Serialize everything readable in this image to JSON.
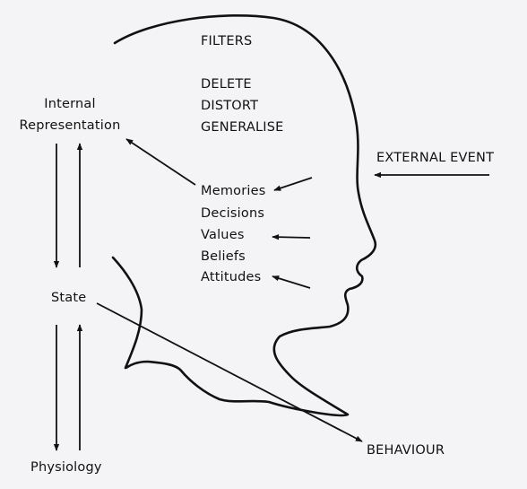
{
  "filters_title": "FILTERS",
  "filters": [
    "DELETE",
    "DISTORT",
    "GENERALISE"
  ],
  "inner_list": [
    "Memories",
    "Decisions",
    "Values",
    "Beliefs",
    "Attitudes"
  ],
  "external_event": "EXTERNAL EVENT",
  "internal_representation": [
    "Internal",
    "Representation"
  ],
  "state": "State",
  "physiology": "Physiology",
  "behaviour": "BEHAVIOUR",
  "line_color": "#111111",
  "background": "#f4f4f6"
}
